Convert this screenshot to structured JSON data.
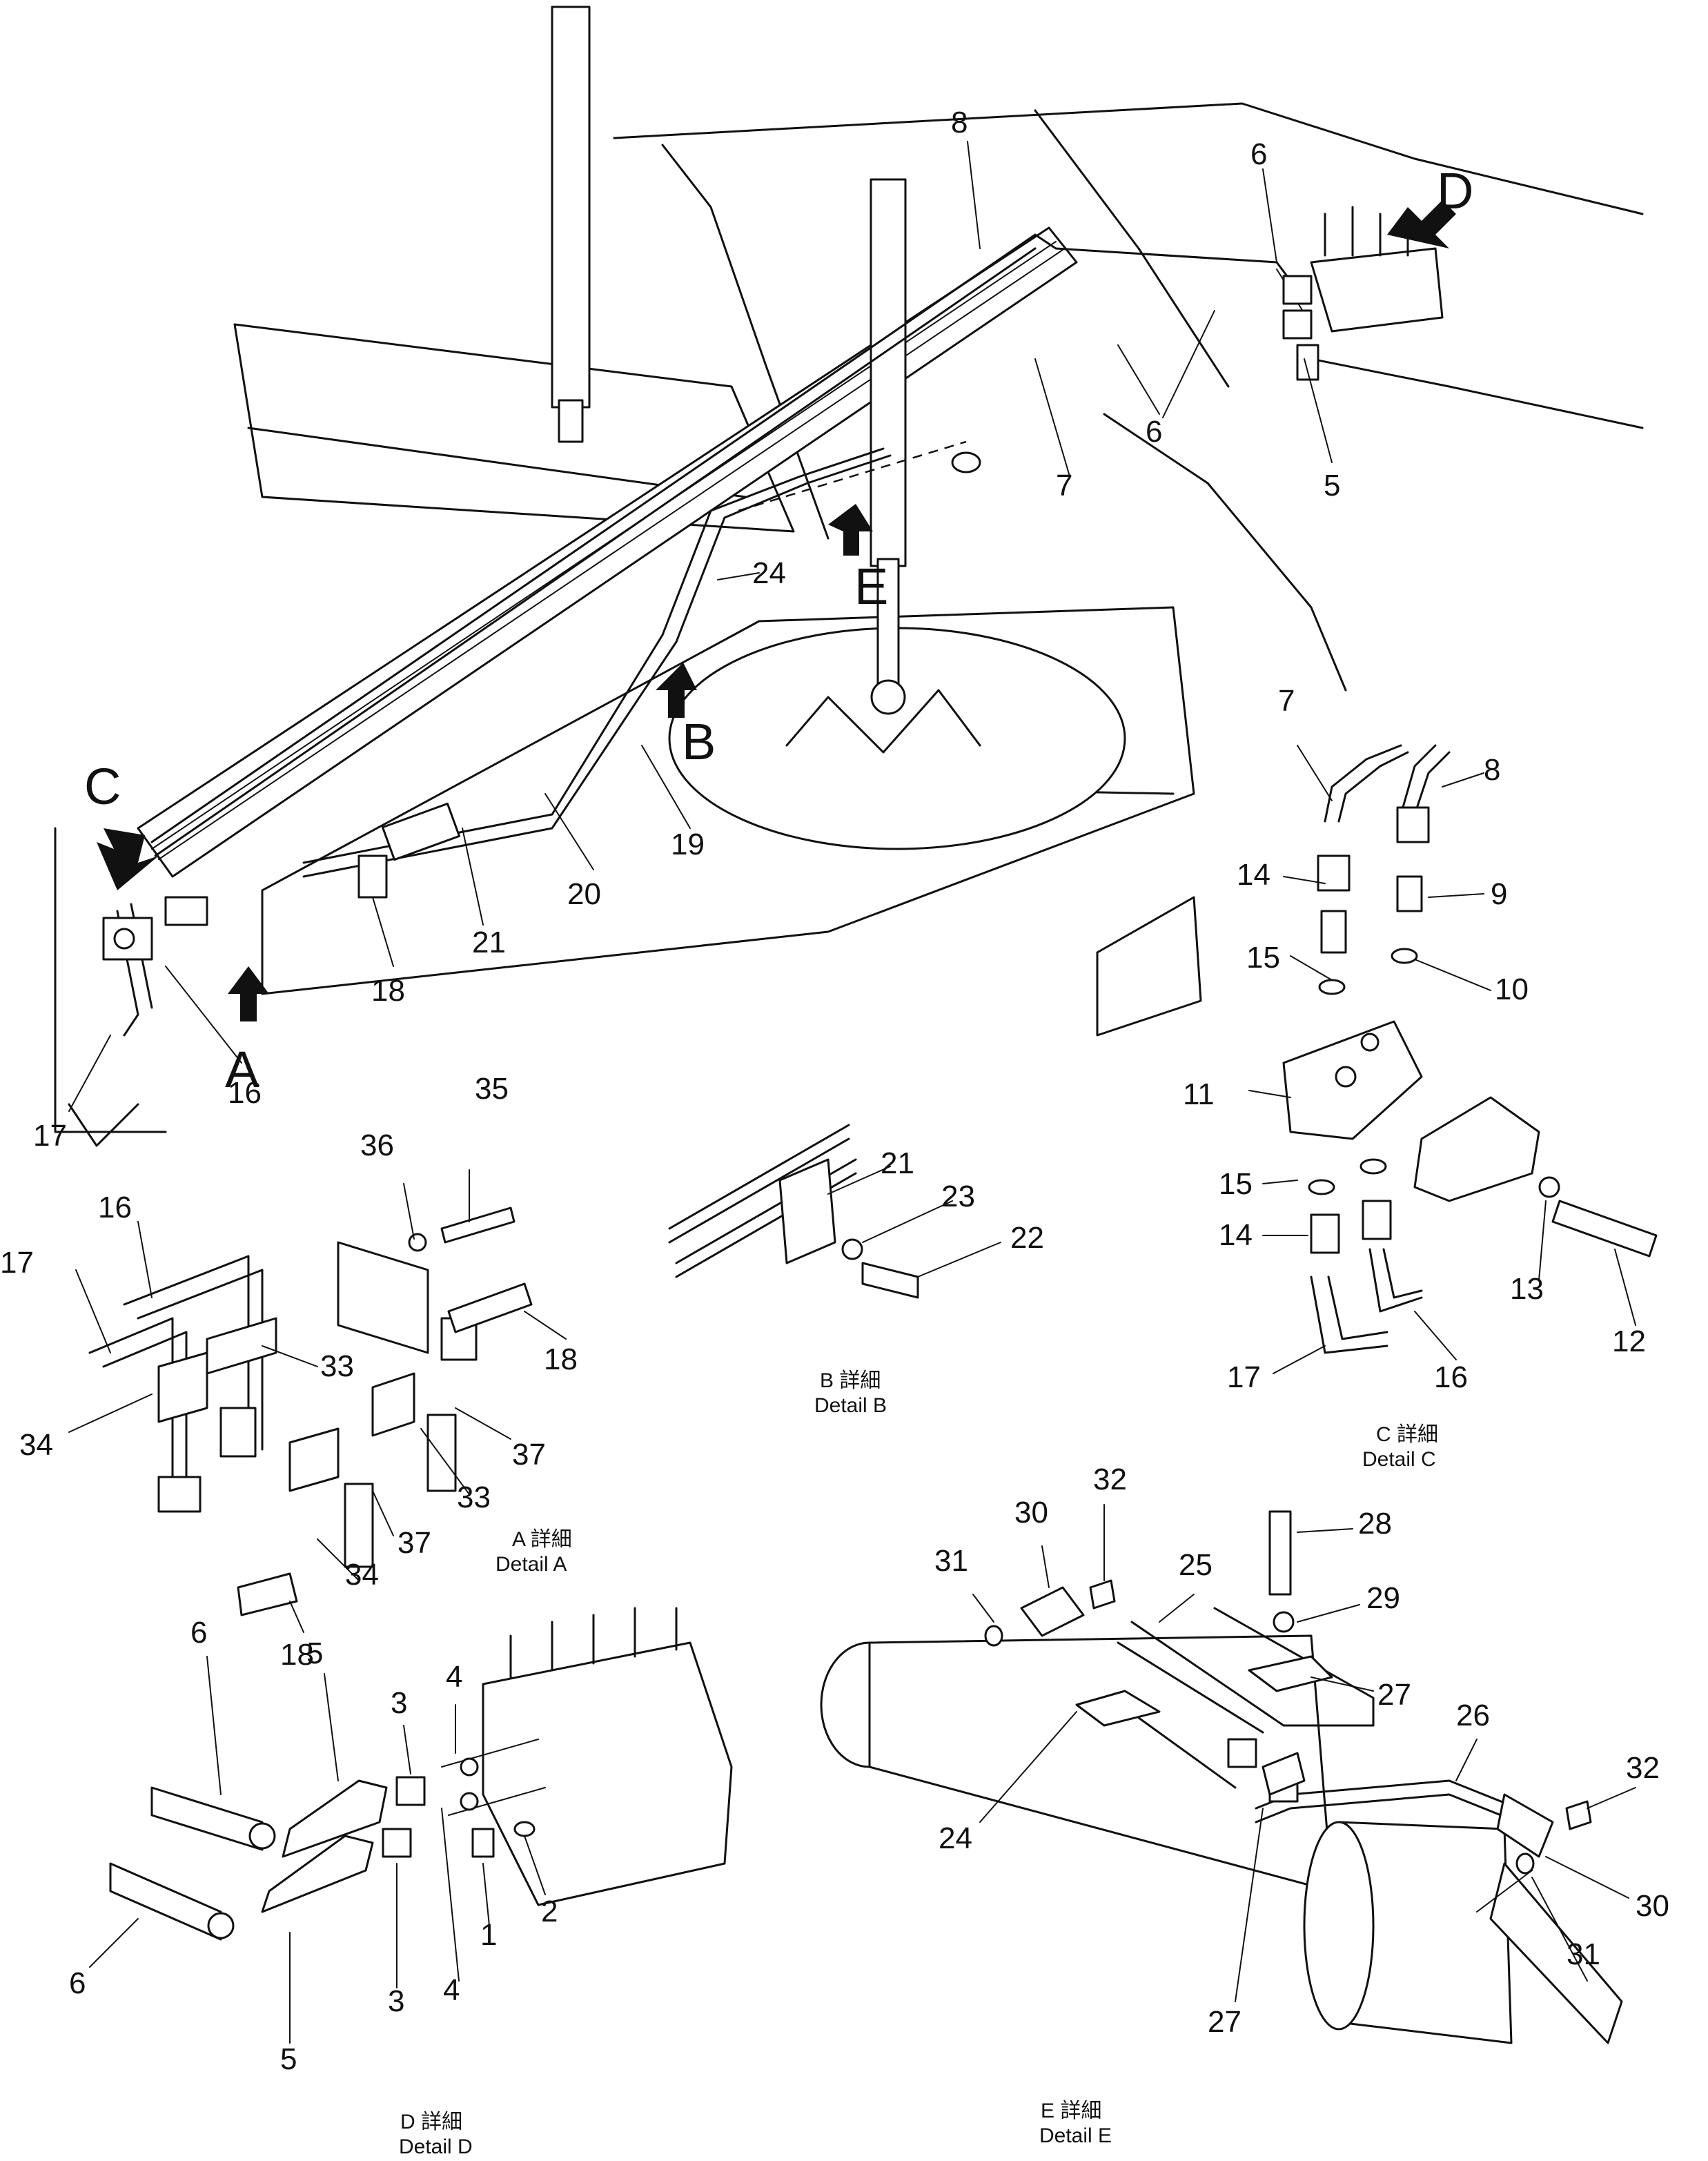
{
  "view_letters": {
    "a": "A",
    "b": "B",
    "c": "C",
    "d": "D",
    "e": "E"
  },
  "parts": {
    "p1": "1",
    "p2": "2",
    "p3": "3",
    "p4": "4",
    "p5": "5",
    "p6": "6",
    "p7": "7",
    "p8": "8",
    "p9": "9",
    "p10": "10",
    "p11": "11",
    "p12": "12",
    "p13": "13",
    "p14": "14",
    "p15": "15",
    "p16": "16",
    "p17": "17",
    "p18": "18",
    "p19": "19",
    "p20": "20",
    "p21": "21",
    "p22": "22",
    "p23": "23",
    "p24": "24",
    "p25": "25",
    "p26": "26",
    "p27": "27",
    "p28": "28",
    "p29": "29",
    "p30": "30",
    "p31": "31",
    "p32": "32",
    "p33": "33",
    "p34": "34",
    "p35": "35",
    "p36": "36",
    "p37": "37"
  },
  "detail_captions": {
    "a": {
      "prefix": "A 詳細",
      "label": "Detail A"
    },
    "b": {
      "prefix": "B 詳細",
      "label": "Detail B"
    },
    "c": {
      "prefix": "C 詳細",
      "label": "Detail C"
    },
    "d": {
      "prefix": "D 詳細",
      "label": "Detail D"
    },
    "e": {
      "prefix": "E 詳細",
      "label": "Detail E"
    }
  }
}
